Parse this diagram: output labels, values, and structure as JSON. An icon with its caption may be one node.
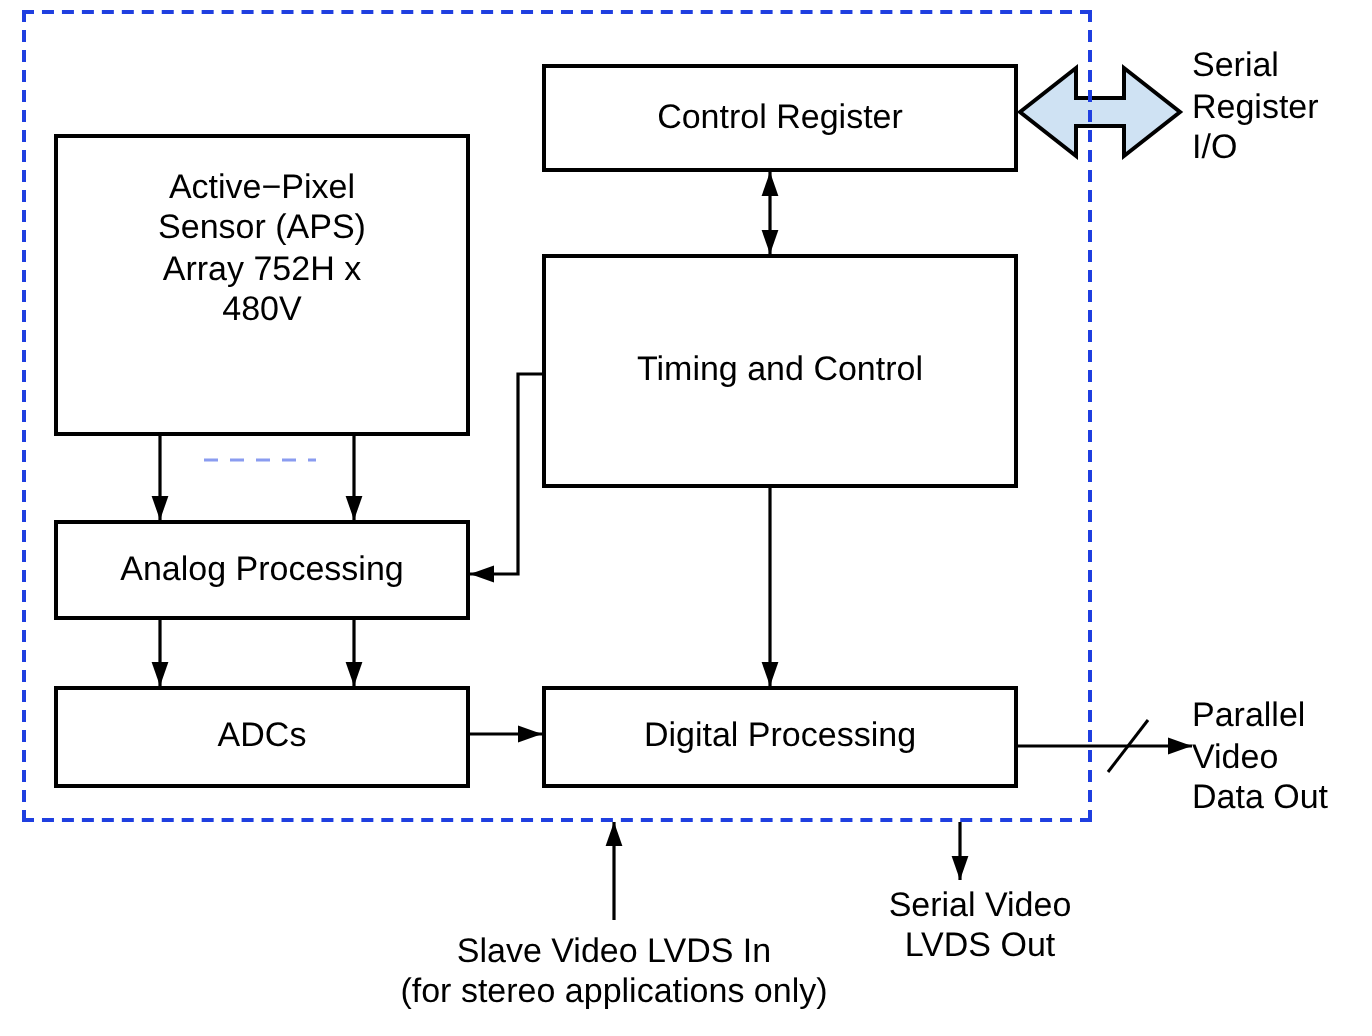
{
  "diagram": {
    "nodes": [
      {
        "text": [],
        "shape": "box"
      },
      {
        "text": [
          "Active−Pixel Sensor (APS) Array 752H x 480V"
        ],
        "in": 0
      },
      {
        "text": [
          "Control Register"
        ],
        "in": 0
      },
      {
        "text": [
          "Timing and Control"
        ],
        "in": 0
      },
      {
        "text": [
          "Analog Processing"
        ],
        "in": 0
      },
      {
        "text": [
          "ADCs"
        ],
        "in": 0
      },
      {
        "text": [
          "Digital Processing"
        ],
        "in": 0
      },
      {
        "text": [
          "Serial Register I/O"
        ]
      },
      {
        "text": [
          "Parallel Video Data Out"
        ]
      },
      {
        "text": [
          "Serial Video LVDS Out"
        ]
      },
      {
        "text": [
          "Slave Video LVDS In",
          "(for stereo applications only)"
        ]
      }
    ],
    "edges": [
      {
        "from": 1,
        "to": 4,
        "arrow": "to"
      },
      {
        "from": 1,
        "to": 4,
        "arrow": "to"
      },
      {
        "from": 4,
        "to": 5,
        "arrow": "to"
      },
      {
        "from": 4,
        "to": 5,
        "arrow": "to"
      },
      {
        "from": 5,
        "to": 6,
        "arrow": "to"
      },
      {
        "from": 3,
        "to": 4,
        "arrow": "to"
      },
      {
        "from": 3,
        "to": 6,
        "arrow": "to"
      },
      {
        "from": 2,
        "to": 3,
        "arrow": "both"
      },
      {
        "from": 2,
        "to": 7,
        "arrow": "both",
        "style": "thick",
        "color": "#cfe2f3"
      },
      {
        "from": 6,
        "to": 8,
        "arrow": "to"
      },
      {
        "from": 0,
        "to": 9,
        "arrow": "to"
      },
      {
        "from": 10,
        "to": 0,
        "arrow": "to"
      }
    ]
  }
}
